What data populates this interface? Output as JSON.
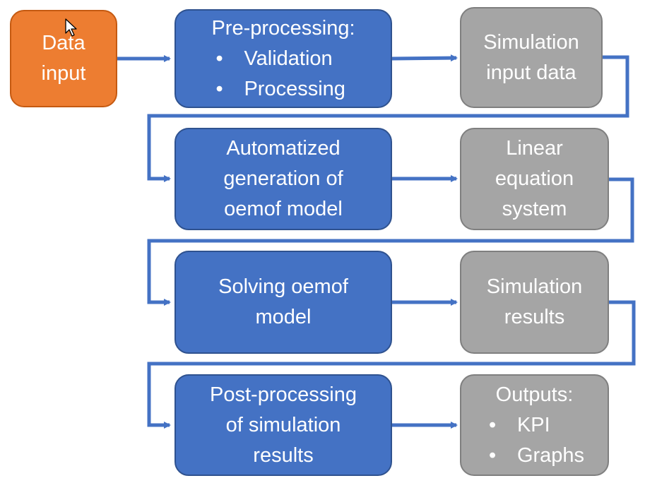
{
  "diagram": {
    "data_input": [
      "Data",
      "input"
    ],
    "preprocessing": {
      "title": "Pre-processing:",
      "items": [
        "Validation",
        "Processing"
      ]
    },
    "simulation_input": [
      "Simulation",
      "input data"
    ],
    "generation": [
      "Automatized",
      "generation of",
      "oemof model"
    ],
    "linear_system": [
      "Linear",
      "equation",
      "system"
    ],
    "solving": [
      "Solving oemof",
      "model"
    ],
    "sim_results": [
      "Simulation",
      "results"
    ],
    "postprocessing": [
      "Post-processing",
      "of simulation",
      "results"
    ],
    "outputs": {
      "title": "Outputs:",
      "items": [
        "KPI",
        "Graphs"
      ]
    },
    "bullet_glyph": "•",
    "colors": {
      "input": "#ED7D31",
      "process": "#4472C4",
      "data": "#A5A5A5",
      "connector": "#4472C4",
      "text": "#FFFFFF"
    }
  }
}
